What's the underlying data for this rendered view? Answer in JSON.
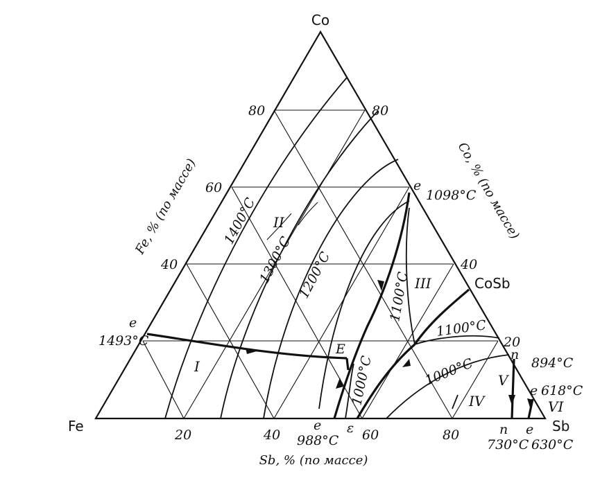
{
  "vertices": {
    "top": "Co",
    "left": "Fe",
    "right": "Sb"
  },
  "axes": {
    "left": "Fe, % (по массе)",
    "right": "Co, % (по массе)",
    "bottom": "Sb, % (по массе)"
  },
  "ticks": {
    "left": [
      "80",
      "60",
      "40"
    ],
    "right": [
      "80",
      "40",
      "20"
    ],
    "bottom": [
      "20",
      "40",
      "60",
      "80"
    ]
  },
  "isotherms": [
    "1400°C",
    "1300°C",
    "1200°C",
    "1100°C",
    "1100°C",
    "1000°C",
    "1000°C"
  ],
  "regions": [
    "I",
    "II",
    "III",
    "IV",
    "V",
    "VI"
  ],
  "points": {
    "e_fe": "e",
    "t_fe": "1493°C",
    "e_co": "e",
    "t_co": "1098°C",
    "compound": "CoSb",
    "E": "E",
    "e_bottom": "e",
    "t_bottom": "988°C",
    "eps": "ε",
    "n_right": "n",
    "t_n_right": "894°C",
    "e_right": "e",
    "t_e_right": "618°C",
    "n_bottom": "n",
    "t_n_bottom": "730°C",
    "e_sb": "e",
    "t_sb": "630°C"
  }
}
